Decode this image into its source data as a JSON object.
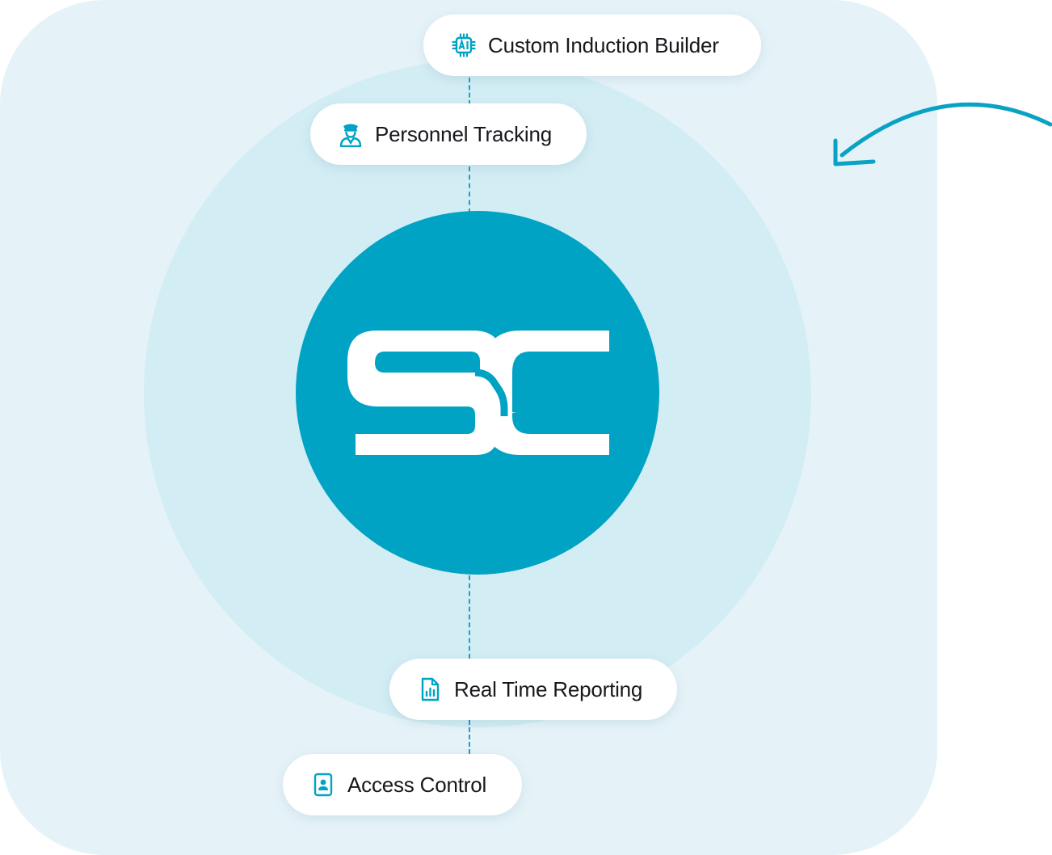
{
  "logo": {
    "text": "SC"
  },
  "features": [
    {
      "label": "Custom Induction Builder",
      "icon": "ai-chip-icon"
    },
    {
      "label": "Personnel Tracking",
      "icon": "officer-icon"
    },
    {
      "label": "Real Time Reporting",
      "icon": "report-document-icon"
    },
    {
      "label": "Access Control",
      "icon": "id-badge-icon"
    }
  ],
  "colors": {
    "accent": "#00a3c4",
    "panel": "#e5f3f8",
    "halo": "#d3edf4",
    "text": "#16181c"
  }
}
